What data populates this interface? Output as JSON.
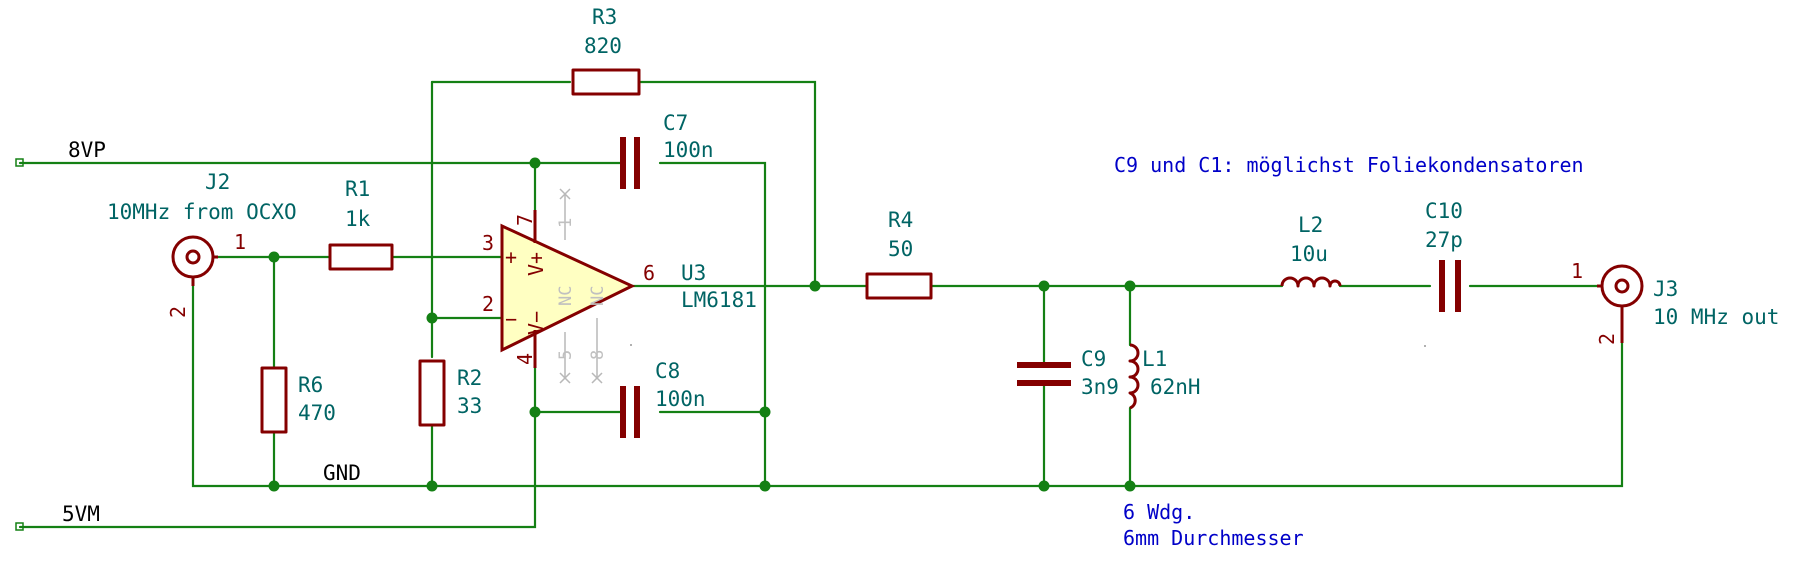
{
  "nets": {
    "vp": "8VP",
    "vm": "5VM",
    "gnd": "GND"
  },
  "components": {
    "J2": {
      "ref": "J2",
      "value": "10MHz from OCXO",
      "pin1": "1",
      "pin2": "2"
    },
    "J3": {
      "ref": "J3",
      "value": "10 MHz out",
      "pin1": "1",
      "pin2": "2"
    },
    "R1": {
      "ref": "R1",
      "value": "1k"
    },
    "R2": {
      "ref": "R2",
      "value": "33"
    },
    "R3": {
      "ref": "R3",
      "value": "820"
    },
    "R4": {
      "ref": "R4",
      "value": "50"
    },
    "R6": {
      "ref": "R6",
      "value": "470"
    },
    "C7": {
      "ref": "C7",
      "value": "100n"
    },
    "C8": {
      "ref": "C8",
      "value": "100n"
    },
    "C9": {
      "ref": "C9",
      "value": "3n9"
    },
    "C10": {
      "ref": "C10",
      "value": "27p"
    },
    "L1": {
      "ref": "L1",
      "value": "62nH"
    },
    "L2": {
      "ref": "L2",
      "value": "10u"
    },
    "U3": {
      "ref": "U3",
      "value": "LM6181",
      "pin_in_plus": "3",
      "pin_in_minus": "2",
      "pin_out": "6",
      "pin_vplus": "7",
      "pin_vminus": "4",
      "pin_nc1": "1",
      "pin_nc5": "5",
      "pin_nc8": "8",
      "sym_plus": "+",
      "sym_minus": "−",
      "label_vplus": "V+",
      "label_vminus": "V−",
      "label_nc_a": "NC",
      "label_nc_b": "NC"
    }
  },
  "notes": {
    "capacitors": "C9 und C1: möglichst Foliekondensatoren",
    "coil_line1": "6 Wdg.",
    "coil_line2": "6mm Durchmesser"
  },
  "colors": {
    "wire": "#148014",
    "component": "#840000",
    "reference_text": "#006464",
    "note_text": "#0000c8",
    "opamp_fill": "#ffffc2"
  }
}
